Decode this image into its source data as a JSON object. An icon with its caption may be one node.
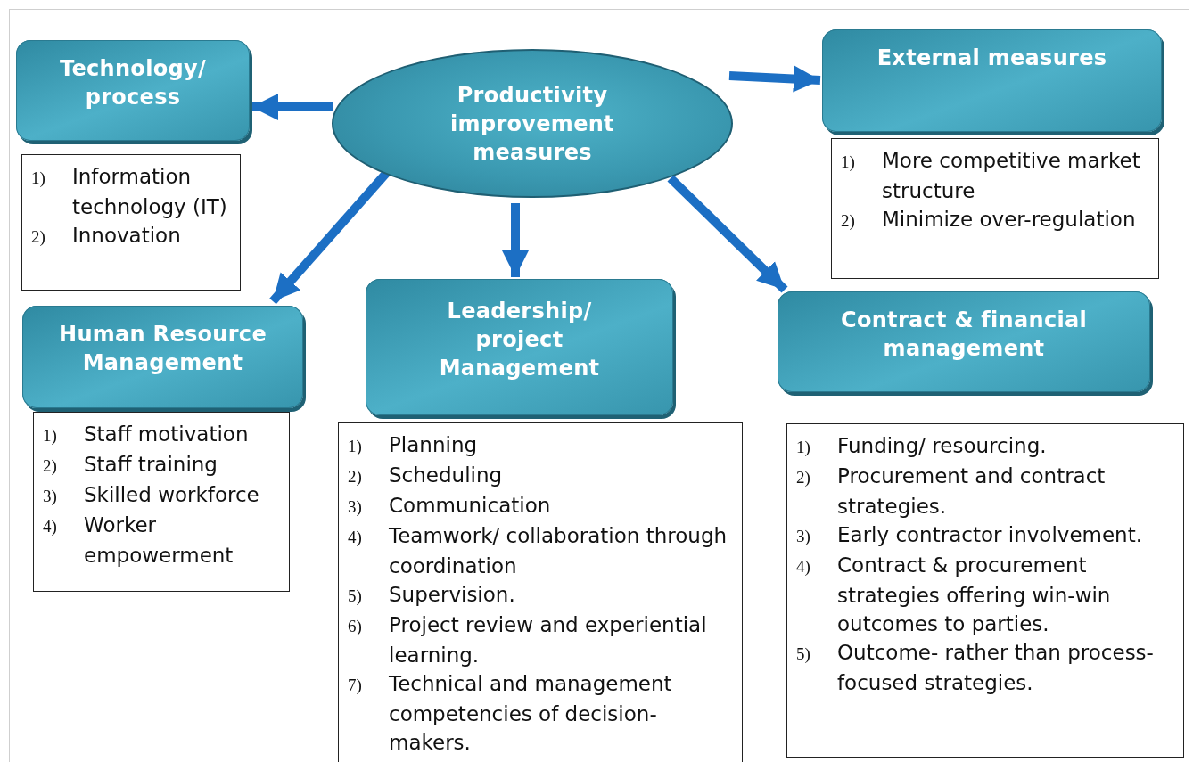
{
  "diagram": {
    "nodes": [
      {
        "text": [
          "Productivity improvement measures"
        ]
      },
      {
        "text": [
          "Technology/ process"
        ]
      },
      {
        "text": [
          "1) Information technology (IT)",
          "2) Innovation"
        ]
      },
      {
        "text": [
          "External measures"
        ]
      },
      {
        "text": [
          "1) More competitive market structure",
          "2) Minimize over-regulation"
        ]
      },
      {
        "text": [
          "Human Resource Management"
        ]
      },
      {
        "text": [
          "1) Staff motivation",
          "2) Staff training",
          "3) Skilled workforce",
          "4) Worker empowerment"
        ]
      },
      {
        "text": [
          "Leadership/ project Management"
        ]
      },
      {
        "text": [
          "1) Planning",
          "2) Scheduling",
          "3) Communication",
          "4) Teamwork/ collaboration through coordination",
          "5) Supervision.",
          "6) Project review and experiential learning.",
          "7) Technical and management competencies of decision-makers."
        ]
      },
      {
        "text": [
          "Contract & financial management"
        ]
      },
      {
        "text": [
          "1) Funding/ resourcing.",
          "2) Procurement and contract strategies.",
          "3) Early contractor involvement.",
          "4) Contract & procurement strategies offering win-win outcomes to parties.",
          "5) Outcome- rather than process-focused strategies."
        ]
      }
    ],
    "edges": [
      {
        "from": 0,
        "to": 1,
        "arrow": "to"
      },
      {
        "from": 0,
        "to": 3,
        "arrow": "to"
      },
      {
        "from": 0,
        "to": 5,
        "arrow": "to"
      },
      {
        "from": 0,
        "to": 7,
        "arrow": "to"
      },
      {
        "from": 0,
        "to": 9,
        "arrow": "to"
      }
    ]
  }
}
